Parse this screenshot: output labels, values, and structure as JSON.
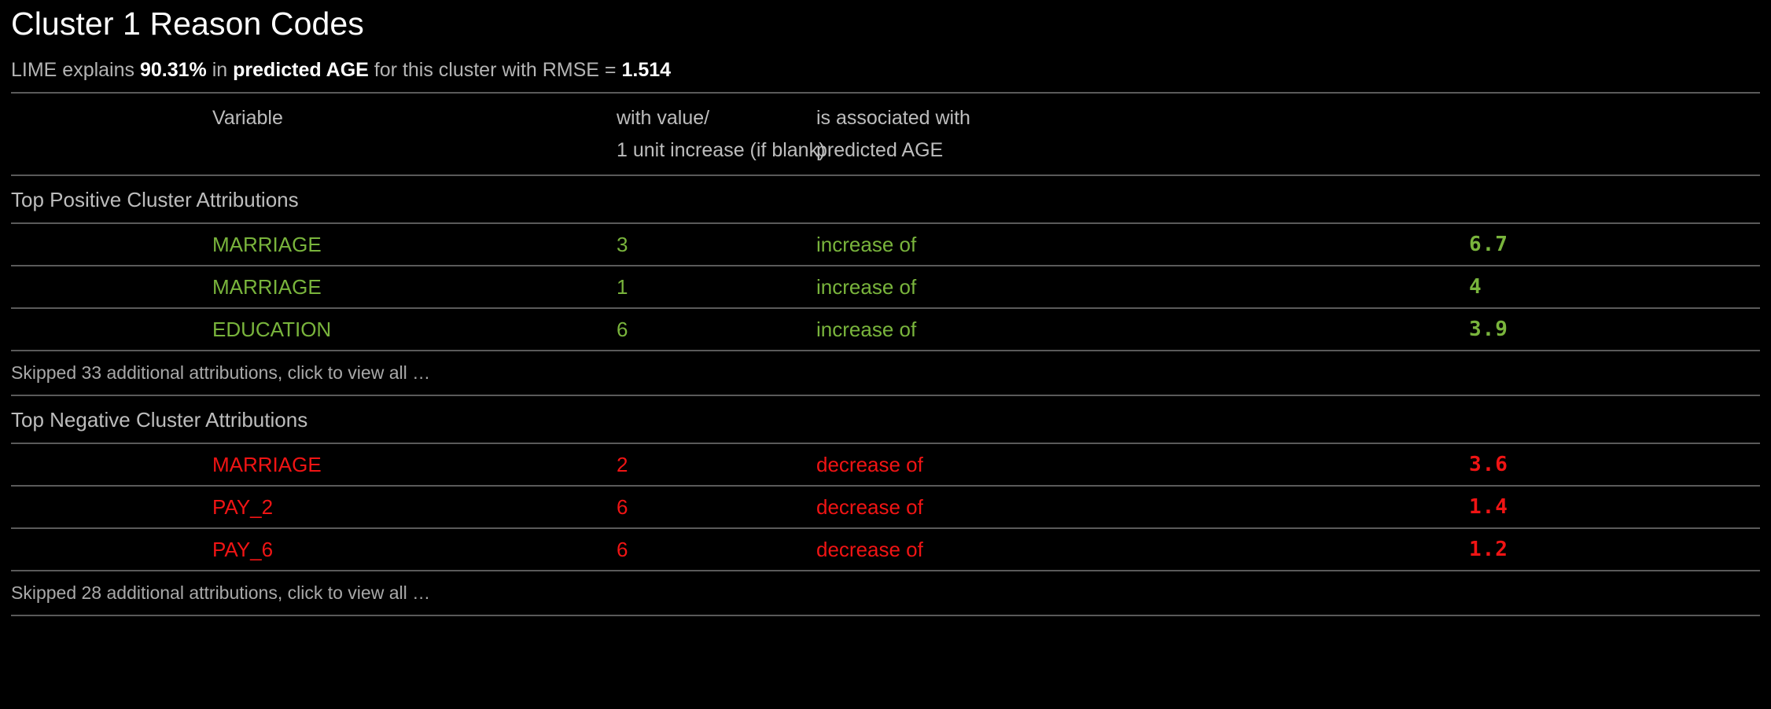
{
  "header": {
    "title": "Cluster 1 Reason Codes",
    "subtitle": {
      "part1": "LIME explains ",
      "explained_pct": "90.31%",
      "part2": " in ",
      "target": "predicted AGE",
      "part3": " for this cluster with RMSE = ",
      "rmse": "1.514"
    }
  },
  "table": {
    "columns": {
      "variable": "Variable",
      "value_line1": "with value/",
      "value_line2": "1 unit increase (if blank)",
      "assoc_line1": "is associated with",
      "assoc_line2": "predicted AGE",
      "amount": ""
    },
    "sections": [
      {
        "title": "Top Positive Cluster Attributions",
        "direction": "positive",
        "rows": [
          {
            "variable": "MARRIAGE",
            "value": "3",
            "association": "increase of",
            "amount": "6.7"
          },
          {
            "variable": "MARRIAGE",
            "value": "1",
            "association": "increase of",
            "amount": "4"
          },
          {
            "variable": "EDUCATION",
            "value": "6",
            "association": "increase of",
            "amount": "3.9"
          }
        ],
        "skipped": "Skipped 33 additional attributions, click to view all …"
      },
      {
        "title": "Top Negative Cluster Attributions",
        "direction": "negative",
        "rows": [
          {
            "variable": "MARRIAGE",
            "value": "2",
            "association": "decrease of",
            "amount": "3.6"
          },
          {
            "variable": "PAY_2",
            "value": "6",
            "association": "decrease of",
            "amount": "1.4"
          },
          {
            "variable": "PAY_6",
            "value": "6",
            "association": "decrease of",
            "amount": "1.2"
          }
        ],
        "skipped": "Skipped 28 additional attributions, click to view all …"
      }
    ]
  },
  "colors": {
    "background": "#000000",
    "positive": "#79B43C",
    "negative": "#F01414",
    "text_muted": "#BDBDBD",
    "text_strong": "#FFFFFF",
    "rule": "#5A5A5A"
  }
}
